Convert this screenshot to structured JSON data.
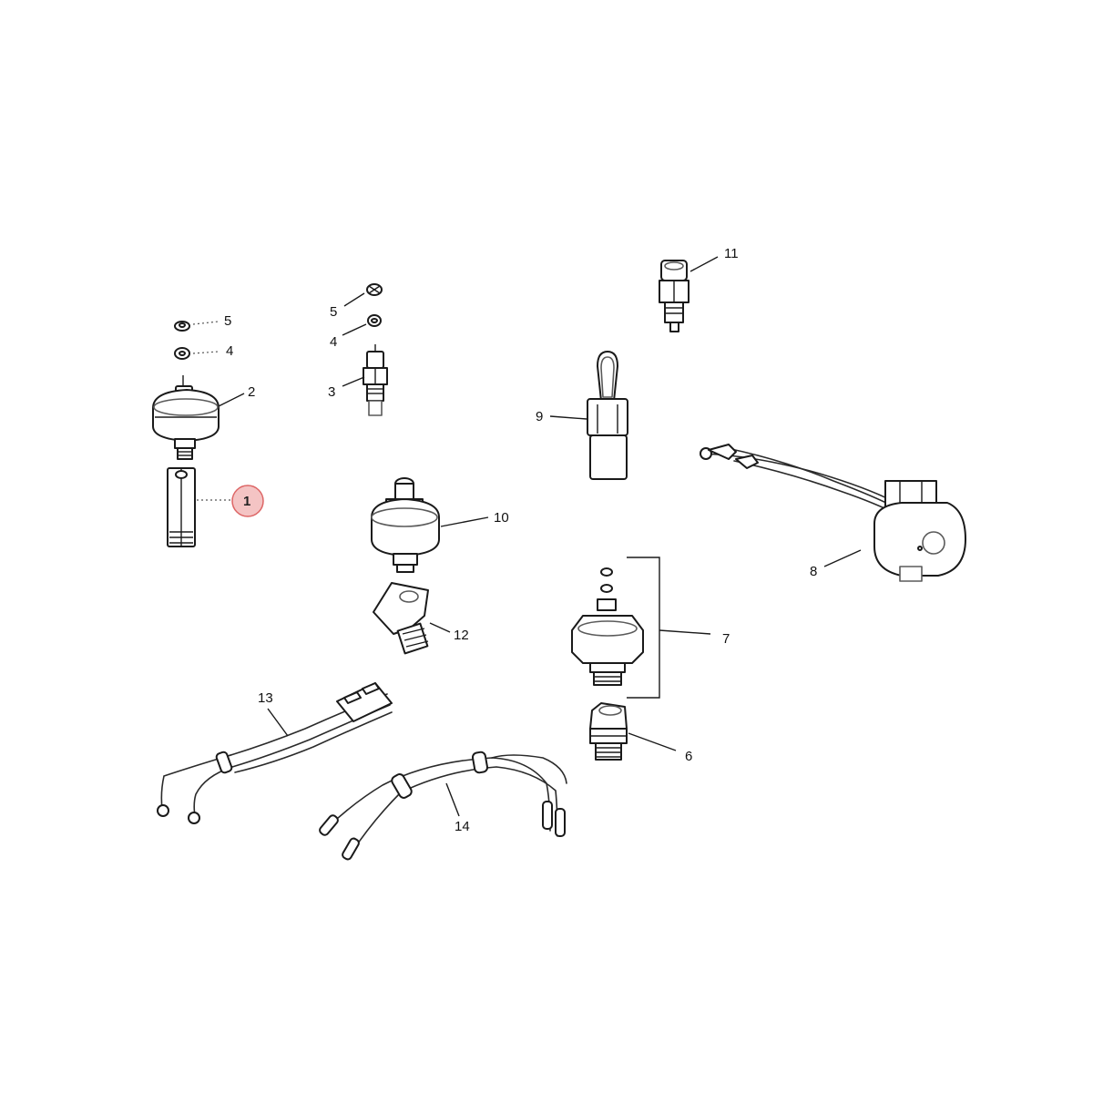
{
  "callouts": {
    "c1": "1",
    "c2": "2",
    "c3": "3",
    "c4a": "4",
    "c5a": "5",
    "c4b": "4",
    "c5b": "5",
    "c6": "6",
    "c7": "7",
    "c8": "8",
    "c9": "9",
    "c10": "10",
    "c11": "11",
    "c12": "12",
    "c13": "13",
    "c14": "14"
  },
  "highlight": {
    "part": "1",
    "color": "#f4c4c4"
  }
}
